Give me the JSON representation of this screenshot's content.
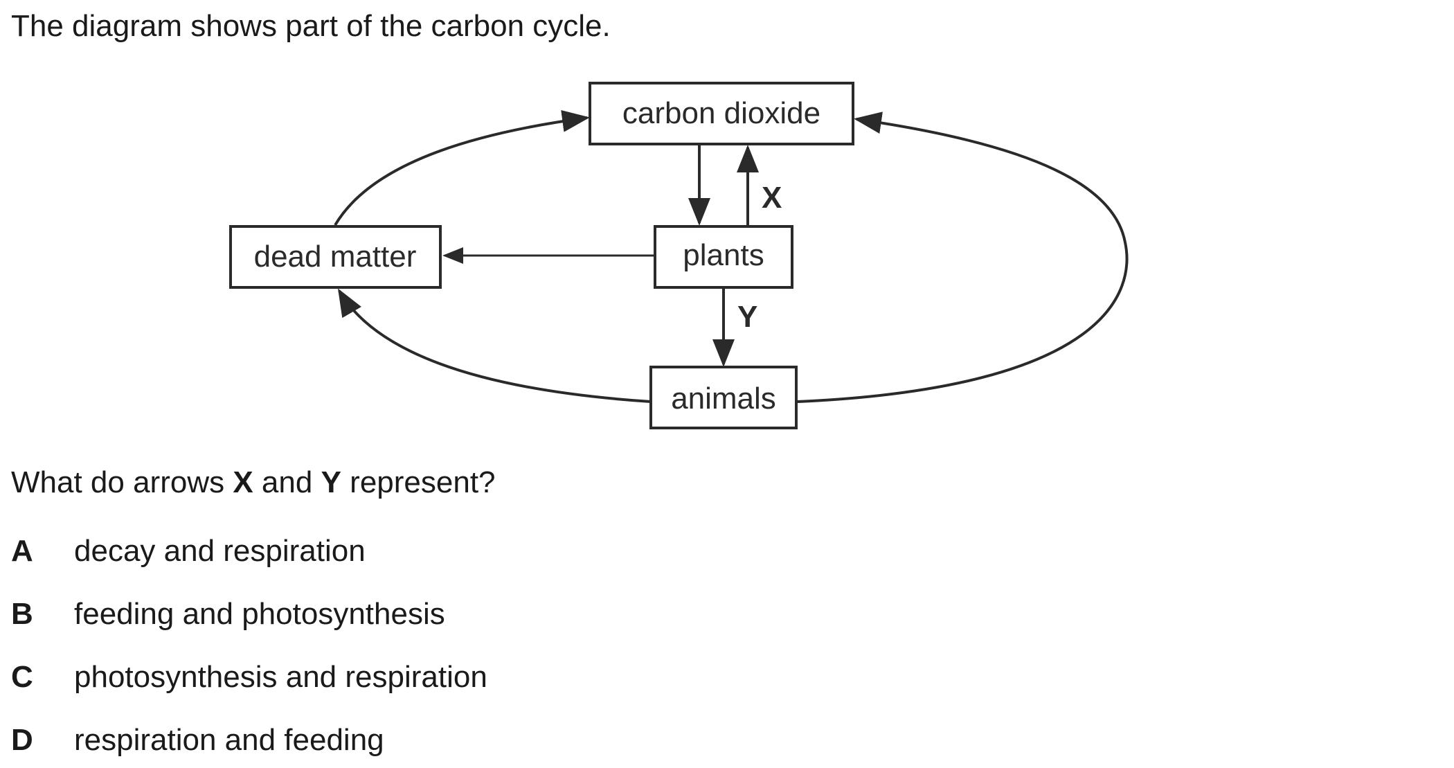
{
  "intro": "The diagram shows part of the carbon cycle.",
  "diagram": {
    "nodes": {
      "carbon_dioxide": "carbon dioxide",
      "plants": "plants",
      "dead_matter": "dead matter",
      "animals": "animals"
    },
    "arrow_labels": {
      "x": "X",
      "y": "Y"
    }
  },
  "question": {
    "before": "What do arrows ",
    "x": "X",
    "middle": " and ",
    "y": "Y",
    "after": " represent?"
  },
  "options": [
    {
      "letter": "A",
      "text": "decay and respiration"
    },
    {
      "letter": "B",
      "text": "feeding and photosynthesis"
    },
    {
      "letter": "C",
      "text": "photosynthesis and respiration"
    },
    {
      "letter": "D",
      "text": "respiration and feeding"
    }
  ]
}
